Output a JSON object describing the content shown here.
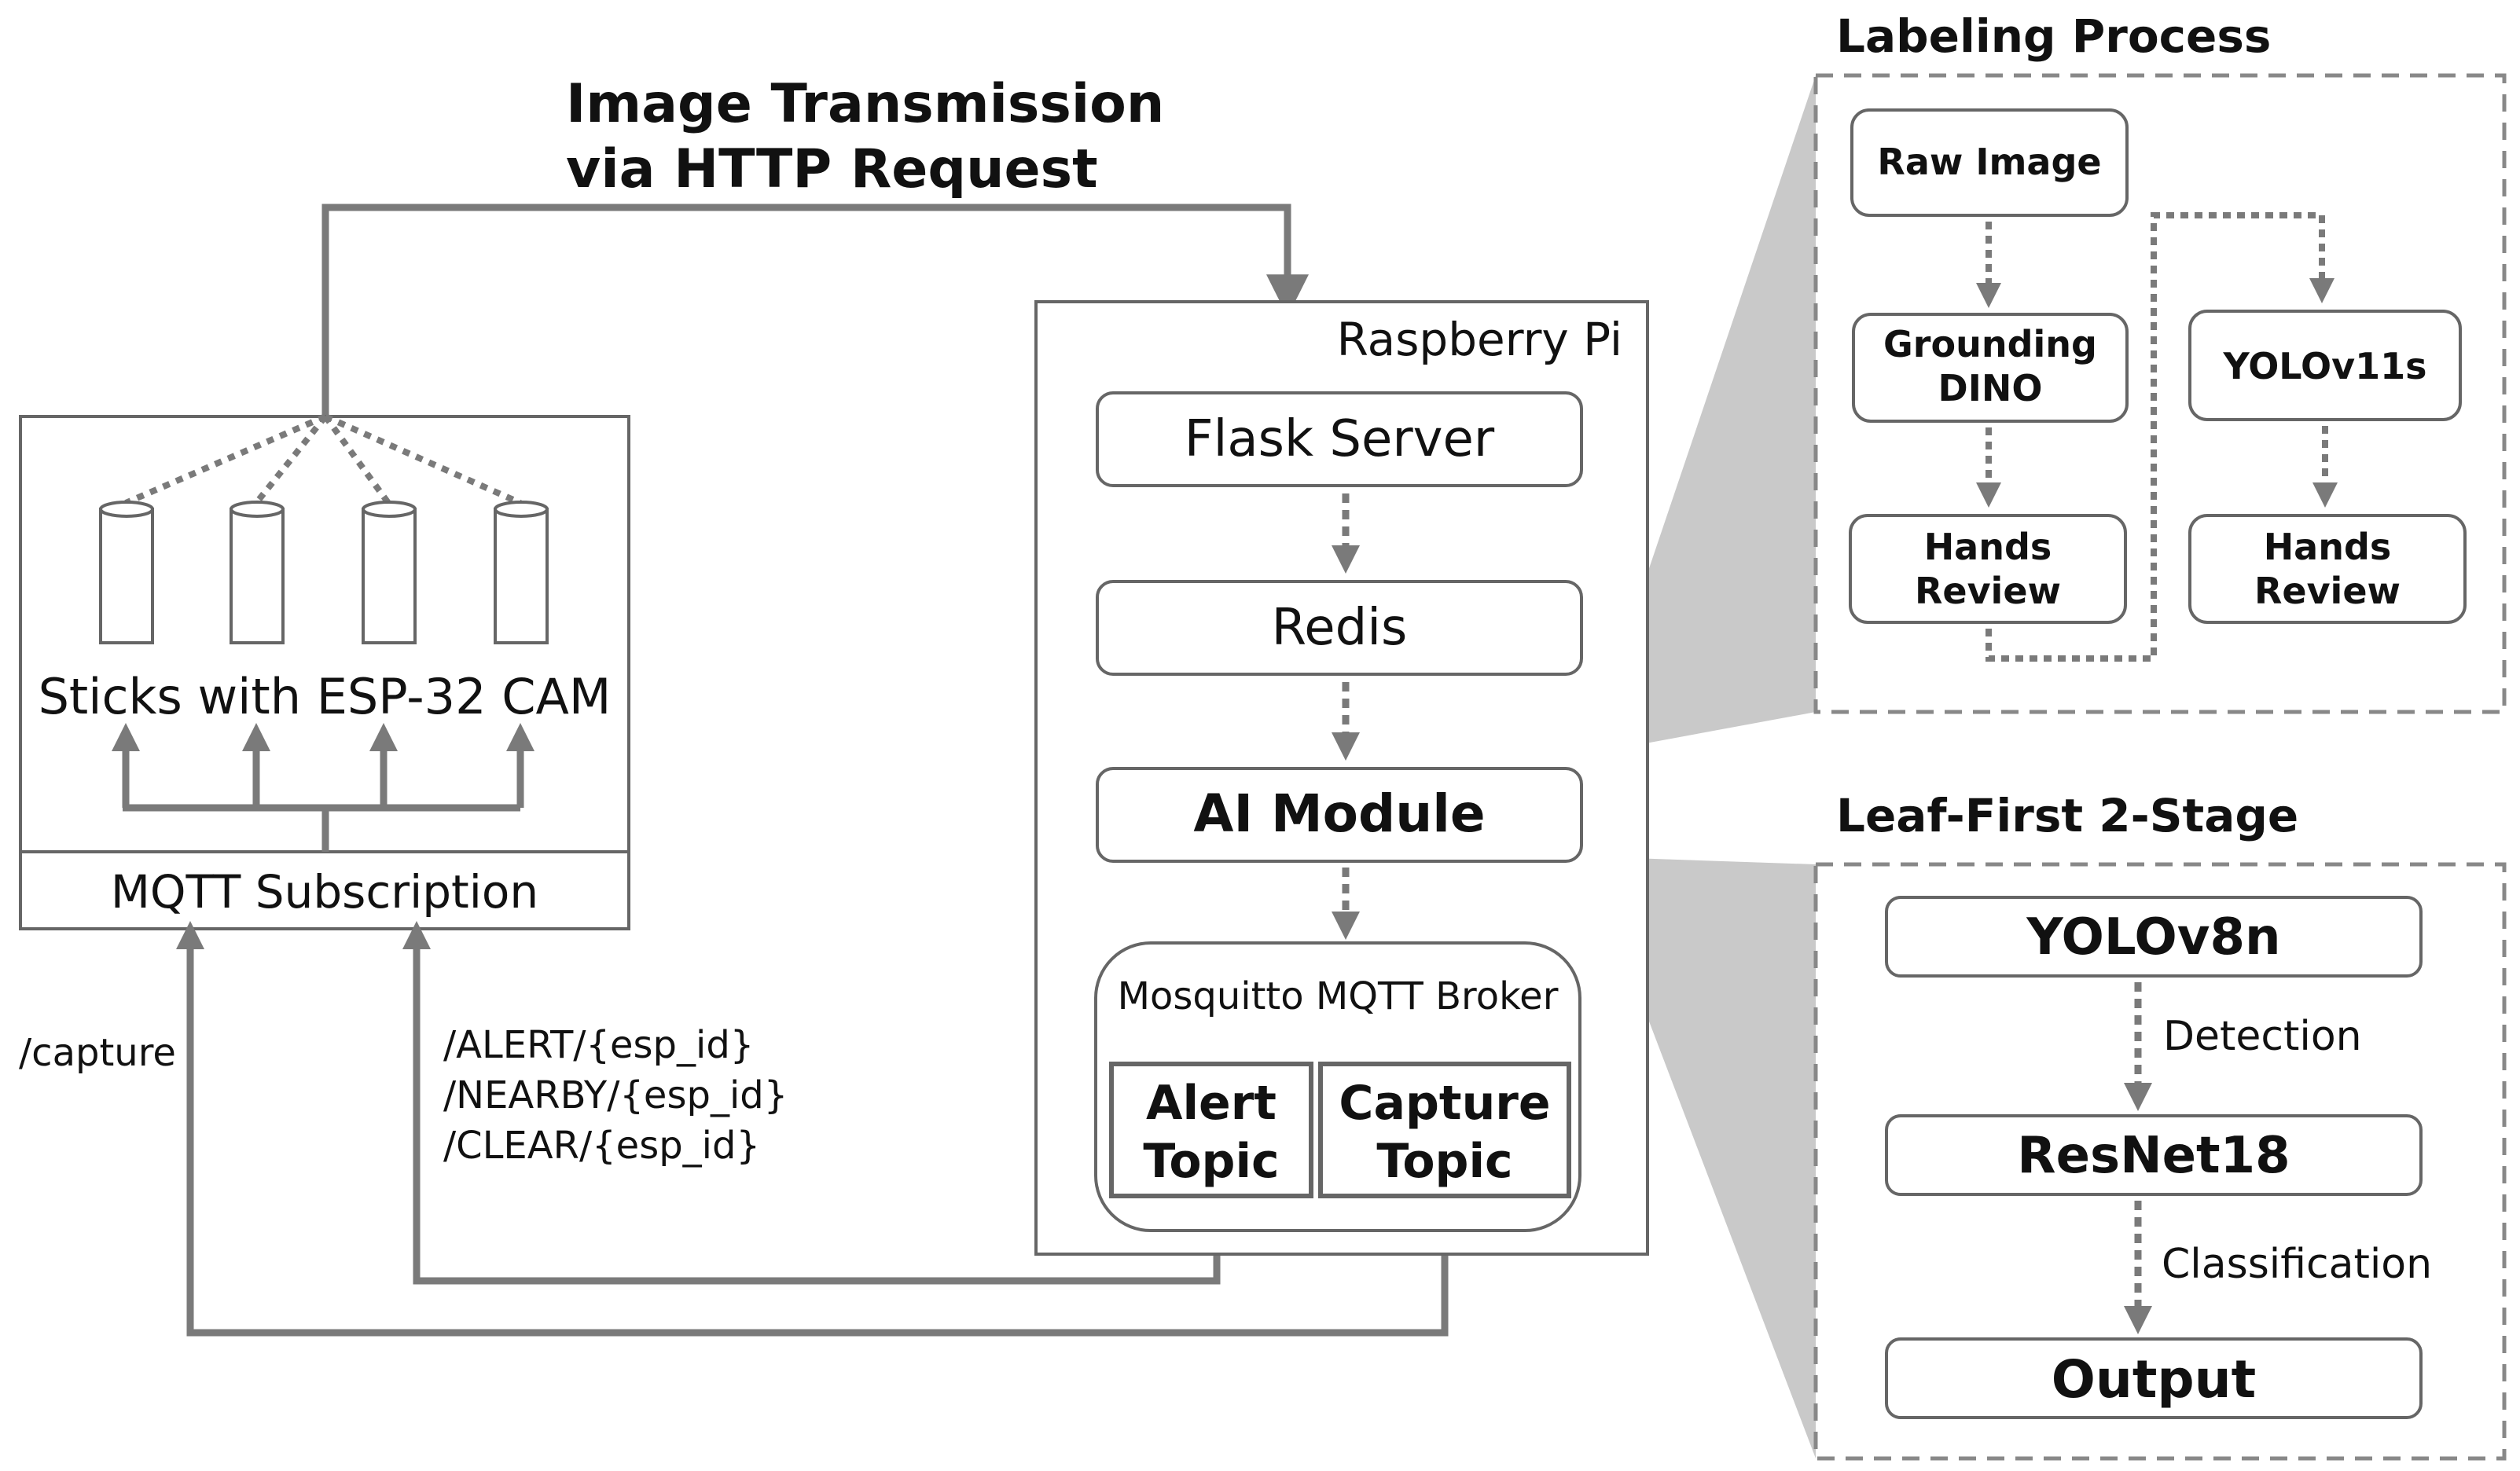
{
  "title": "Image Transmission via HTTP Request",
  "title_lines": [
    "Image Transmission",
    "via HTTP Request"
  ],
  "colors": {
    "line": "#7a7a7a",
    "box_border": "#666666",
    "dashed_border": "#888888",
    "zoom_fill": "#c9c9c9",
    "text": "#111111"
  },
  "sticks": {
    "label": "Sticks with ESP-32 CAM",
    "subscription_label": "MQTT Subscription"
  },
  "raspberry_pi": {
    "label": "Raspberry Pi",
    "flask": "Flask Server",
    "redis": "Redis",
    "ai_module": "AI Module",
    "broker": "Mosquitto MQTT Broker",
    "alert_topic": [
      "Alert",
      "Topic"
    ],
    "capture_topic": [
      "Capture",
      "Topic"
    ]
  },
  "topics": {
    "capture": "/capture",
    "alert_lines": [
      "/ALERT/{esp_id}",
      "/NEARBY/{esp_id}",
      "/CLEAR/{esp_id}"
    ]
  },
  "labeling_process": {
    "title": "Labeling Process",
    "raw_image": "Raw Image",
    "grounding_dino": [
      "Grounding",
      "DINO"
    ],
    "hands_review_left": [
      "Hands",
      "Review"
    ],
    "yolo11": "YOLOv11s",
    "hands_review_right": [
      "Hands",
      "Review"
    ]
  },
  "leaf_first": {
    "title": "Leaf-First 2-Stage",
    "yolov8n": "YOLOv8n",
    "detection": "Detection",
    "resnet": "ResNet18",
    "classification": "Classification",
    "output": "Output"
  }
}
